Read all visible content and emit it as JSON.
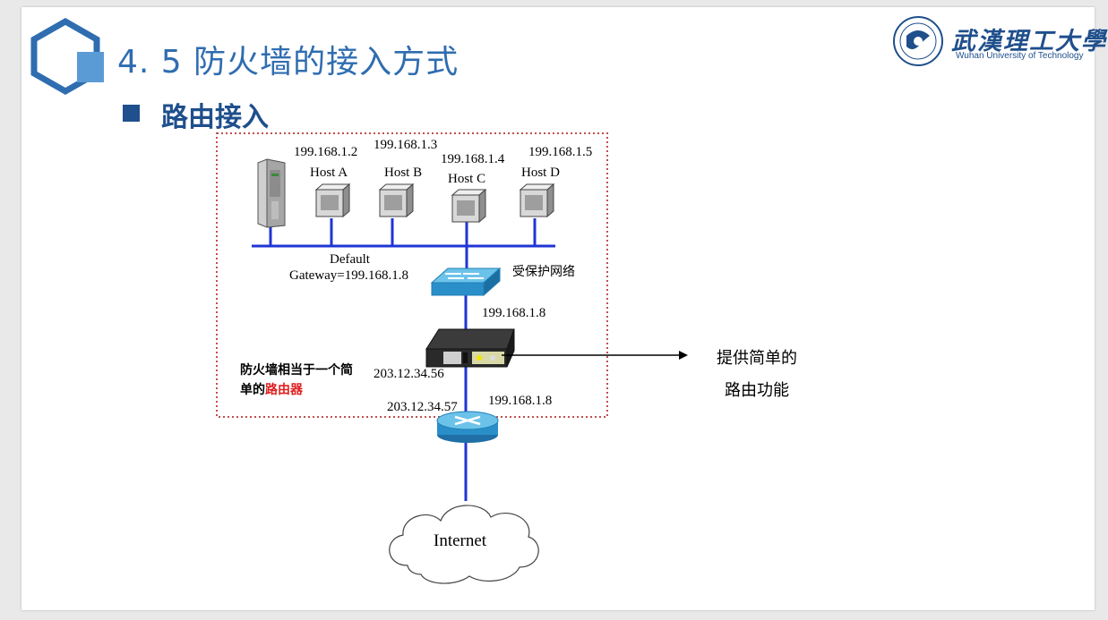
{
  "slide": {
    "title": "4. 5  防火墙的接入方式",
    "subtitle": "路由接入",
    "logo": {
      "name_cn": "武漢理工大學",
      "name_en": "Wuhan University of Technology"
    }
  },
  "diagram": {
    "hosts": [
      {
        "ip": "199.168.1.2",
        "name": "Host A"
      },
      {
        "ip": "199.168.1.3",
        "name": "Host B"
      },
      {
        "ip": "199.168.1.4",
        "name": "Host C"
      },
      {
        "ip": "199.168.1.5",
        "name": "Host D"
      }
    ],
    "gateway_line1": "Default",
    "gateway_line2": "Gateway=199.168.1.8",
    "protected_network": "受保护网络",
    "firewall_inside_ip": "199.168.1.8",
    "firewall_outside_ip": "203.12.34.56",
    "router_inside_ip": "203.12.34.57",
    "router_outside_ip": "199.168.1.8",
    "internet": "Internet",
    "note_part1": "防火墙相当于一个简单的",
    "note_part2": "路由器",
    "callout_line1": "提供简单的",
    "callout_line2": "路由功能",
    "colors": {
      "link": "#1f35d6",
      "accent": "#2f6db0",
      "dotted_border": "#c0504d",
      "highlight": "#e02020"
    }
  }
}
